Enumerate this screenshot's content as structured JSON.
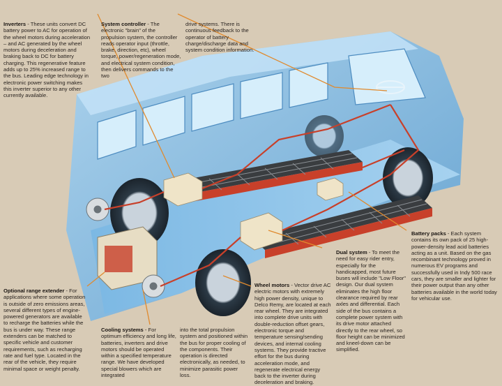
{
  "captions": {
    "inverters": {
      "title": "Inverters",
      "body": " - These units convert DC battery power to AC for operation of the wheel motors during acceleration – and AC generated by the wheel motors during deceleration and braking back to DC for battery charging. This regenerative feature adds up to 25% increased range to the bus. Leading edge technology in electronic power switching makes this inverter superior to any other currently available."
    },
    "system_controller": {
      "title": "System controller",
      "body": " - The electronic \"brain\" of the propulsion system, the controller reads operator input (throttle, brake, direction, etc), wheel torque, power/regeneration mode, and electrical system condition, then delivers commands to the two",
      "body_cont": "drive systems. There is continuous feedback to the operator of battery charge/discharge data and system condition information."
    },
    "battery_packs": {
      "title": "Battery packs",
      "body": " - Each system contains its own pack of 25 high-power-density lead acid batteries acting as a unit. Based on the gas recombinant technology proved in numerous EV programs and successfully used in Indy 500 race cars, they are smaller and lighter for their power output than any other batteries available in the world today for vehicular use."
    },
    "dual_system": {
      "title": "Dual system",
      "body": " - To meet the need for easy rider entry, especially for the handicapped, most future buses will include \"Low Floor\" design. Our dual system eliminates the high floor clearance required by rear axles and differential. Each side of the bus contains a complete power system with its drive motor attached directly to the rear wheel, so floor height can be minimized and kneel-down can be simplified."
    },
    "range_extender": {
      "title": "Optional range extender",
      "body": " - For applications where some operation is outside of zero emissions areas, several different types of engine-powered generators are available to recharge the batteries while the bus is under way. These range extenders can be matched to specific vehicle and customer requirements, such as recharging rate and fuel type. Located in the rear of the vehicle, they require minimal space or weight penalty."
    },
    "cooling_systems": {
      "title": "Cooling systems",
      "body": " - For optimum efficiency and long life, batteries, inverters and drive motors should be operated within a specified temperature range. We have developed special blowers which are integrated",
      "body_cont": "into the total propulsion system and positioned within the bus for proper cooling of the components. Their operation is directed electronically, as needed, to minimize parasitic power loss."
    },
    "wheel_motors": {
      "title": "Wheel motors",
      "body": " - Vector drive AC electric motors with extremely high power density, unique to Delco Remy, are located at each rear wheel. They are integrated into complete drive units with double-reduction offset gears, electronic torque and temperature sensing/sending devices, and internal cooling systems. They provide tractive effort for the bus during acceleration mode, and regenerate electrical energy back to the inverter during deceleration and braking."
    }
  },
  "colors": {
    "background": "#d8cbb6",
    "bus_body": "#7fbbe6",
    "leader_line": "#e08a2e",
    "wiring": "#c8402a"
  }
}
